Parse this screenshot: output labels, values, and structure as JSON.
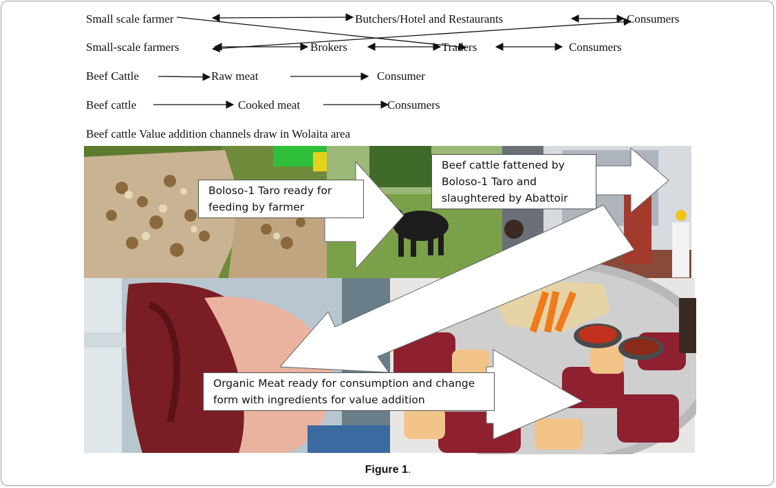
{
  "channels": {
    "row1": {
      "a": "Small scale farmer",
      "b": "Butchers/Hotel and Restaurants",
      "c": "Consumers"
    },
    "row2": {
      "a": "Small-scale farmers",
      "b": "Brokers",
      "c": "Traders",
      "d": "Consumers"
    },
    "row3": {
      "a": "Beef Cattle",
      "b": "Raw meat",
      "c": "Consumer"
    },
    "row4": {
      "a": "Beef cattle",
      "b": "Cooked meat",
      "c": "Consumers"
    },
    "heading": "Beef cattle Value addition channels draw in Wolaita area"
  },
  "photo_labels": {
    "taro": [
      "Boloso-1 Taro ready for",
      "feeding by farmer"
    ],
    "cattle": [
      "Beef cattle fattened by",
      "Boloso-1 Taro and",
      "slaughtered by Abattoir"
    ],
    "meat": [
      "Organic Meat ready for consumption  and change",
      "form with ingredients for value addition"
    ]
  },
  "caption": {
    "label": "Figure 1",
    "suffix": "."
  }
}
